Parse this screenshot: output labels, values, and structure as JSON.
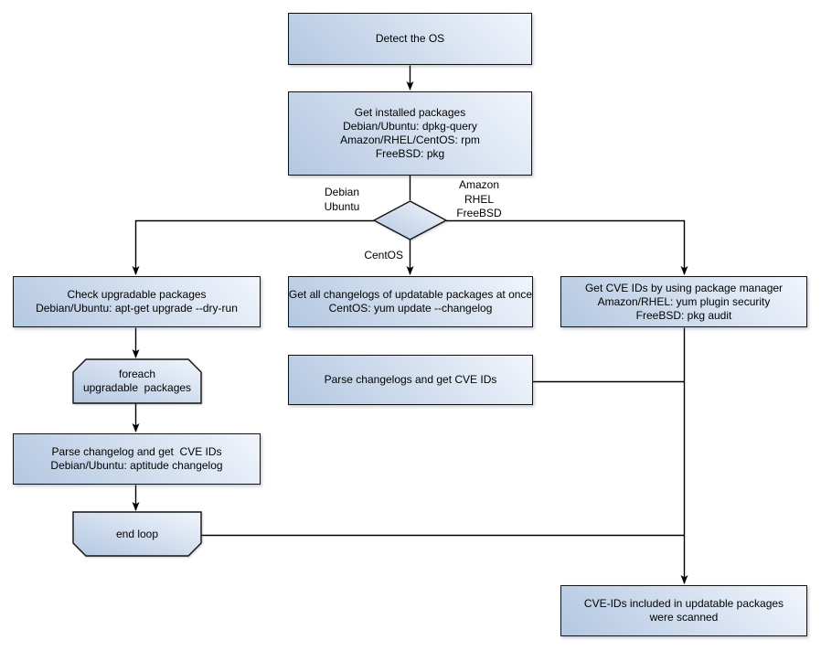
{
  "colors": {
    "background": "#ffffff",
    "node_fill_light": "#f1f5fc",
    "node_fill_dark": "#b3c7e1",
    "node_border": "#121212",
    "connector": "#000000",
    "text": "#000000"
  },
  "nodes": {
    "detect_os": {
      "lines": [
        "Detect the OS"
      ]
    },
    "get_installed_packages": {
      "lines": [
        "Get installed packages",
        "Debian/Ubuntu: dpkg-query",
        "Amazon/RHEL/CentOS: rpm",
        "FreeBSD: pkg"
      ]
    },
    "check_upgradable": {
      "lines": [
        "Check upgradable packages",
        "Debian/Ubuntu: apt-get upgrade --dry-run"
      ]
    },
    "foreach_loop": {
      "lines": [
        "foreach",
        "upgradable  packages"
      ]
    },
    "parse_changelog_debian": {
      "lines": [
        "Parse changelog and get  CVE IDs",
        "Debian/Ubuntu: aptitude changelog"
      ]
    },
    "end_loop": {
      "lines": [
        "end loop"
      ]
    },
    "get_all_changelogs": {
      "lines": [
        "Get all changelogs of updatable packages at once",
        "CentOS: yum update --changelog"
      ]
    },
    "parse_changelogs_centos": {
      "lines": [
        "Parse changelogs and get CVE IDs"
      ]
    },
    "get_cve_ids_pkg_manager": {
      "lines": [
        "Get CVE IDs by using package manager",
        "Amazon/RHEL: yum plugin security",
        "FreeBSD: pkg audit"
      ]
    },
    "scanned_result": {
      "lines": [
        "CVE-IDs included in updatable packages",
        "were scanned"
      ]
    }
  },
  "edge_labels": {
    "debian_ubuntu": {
      "lines": [
        "Debian",
        "Ubuntu"
      ]
    },
    "amazon_rhel_freebsd": {
      "lines": [
        "Amazon",
        "RHEL",
        "FreeBSD"
      ]
    },
    "centos": {
      "lines": [
        "CentOS"
      ]
    }
  },
  "edges": [
    {
      "from": "detect_os",
      "to": "get_installed_packages"
    },
    {
      "from": "get_installed_packages",
      "to": "os_decision"
    },
    {
      "from": "os_decision",
      "to": "check_upgradable",
      "label": "Debian Ubuntu"
    },
    {
      "from": "os_decision",
      "to": "get_all_changelogs",
      "label": "CentOS"
    },
    {
      "from": "os_decision",
      "to": "get_cve_ids_pkg_manager",
      "label": "Amazon RHEL FreeBSD"
    },
    {
      "from": "check_upgradable",
      "to": "foreach_loop"
    },
    {
      "from": "foreach_loop",
      "to": "parse_changelog_debian"
    },
    {
      "from": "parse_changelog_debian",
      "to": "end_loop"
    },
    {
      "from": "get_all_changelogs",
      "to": "parse_changelogs_centos"
    },
    {
      "from": "end_loop",
      "to": "scanned_result"
    },
    {
      "from": "parse_changelogs_centos",
      "to": "scanned_result"
    },
    {
      "from": "get_cve_ids_pkg_manager",
      "to": "scanned_result"
    }
  ]
}
